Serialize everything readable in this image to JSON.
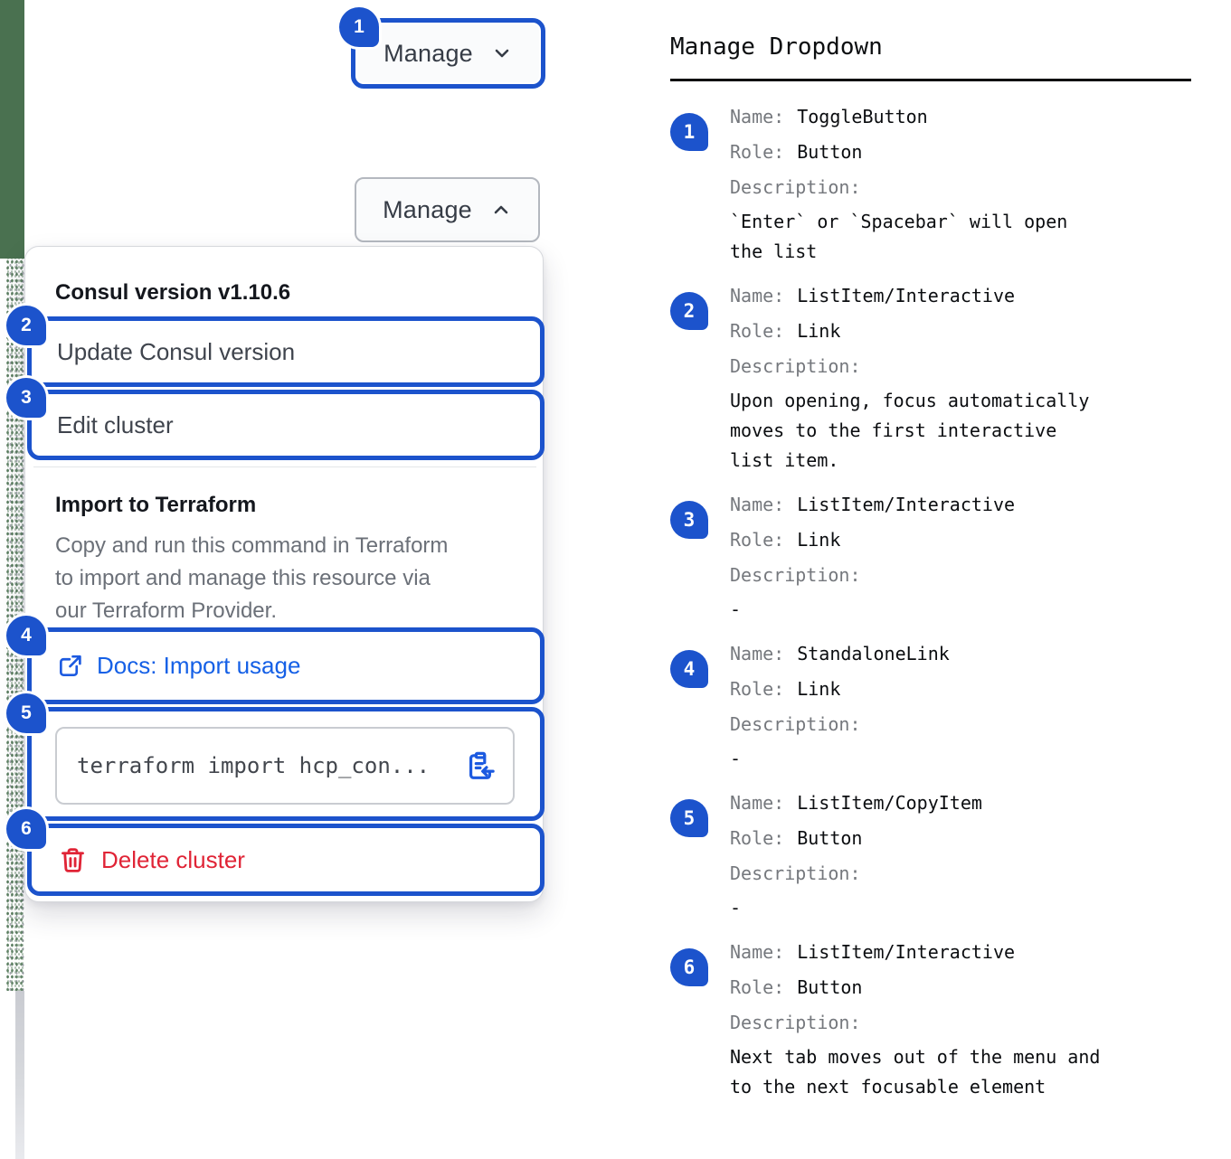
{
  "colors": {
    "accent_blue": "#1c53cc",
    "link_blue": "#1560e6",
    "danger_red": "#e02436",
    "edge_green": "#4a7150",
    "panel_border": "#d6d8dc"
  },
  "icons": {
    "toggle_button": "chevron-down",
    "open_button": "chevron-up",
    "docs_link": "external-link",
    "copy_item": "clipboard-copy",
    "delete_item": "trash"
  },
  "toggle_button": {
    "badge": "1",
    "label": "Manage"
  },
  "open_button": {
    "label": "Manage"
  },
  "menu": {
    "version_header": "Consul version v1.10.6",
    "update_item": {
      "badge": "2",
      "label": "Update Consul version"
    },
    "edit_item": {
      "badge": "3",
      "label": "Edit cluster"
    },
    "import_title": "Import to Terraform",
    "import_description": "Copy and run this command in Terraform\nto import and manage this resource via\nour Terraform Provider.",
    "docs_link": {
      "badge": "4",
      "label": "Docs: Import usage"
    },
    "copy_item": {
      "badge": "5",
      "code": "terraform import hcp_con..."
    },
    "delete_item": {
      "badge": "6",
      "label": "Delete cluster"
    }
  },
  "spec": {
    "title": "Manage Dropdown",
    "labels": {
      "name": "Name:",
      "role": "Role:",
      "description": "Description:"
    },
    "items": [
      {
        "num": "1",
        "name": "ToggleButton",
        "role": "Button",
        "description": "`Enter` or `Spacebar` will open\nthe list"
      },
      {
        "num": "2",
        "name": "ListItem/Interactive",
        "role": "Link",
        "description": "Upon opening, focus automatically\nmoves to the first interactive\nlist item."
      },
      {
        "num": "3",
        "name": "ListItem/Interactive",
        "role": "Link",
        "description": "-"
      },
      {
        "num": "4",
        "name": "StandaloneLink",
        "role": "Link",
        "description": "-"
      },
      {
        "num": "5",
        "name": "ListItem/CopyItem",
        "role": "Button",
        "description": "-"
      },
      {
        "num": "6",
        "name": "ListItem/Interactive",
        "role": "Button",
        "description": "Next tab moves out of the menu and\nto the next focusable element"
      }
    ]
  }
}
